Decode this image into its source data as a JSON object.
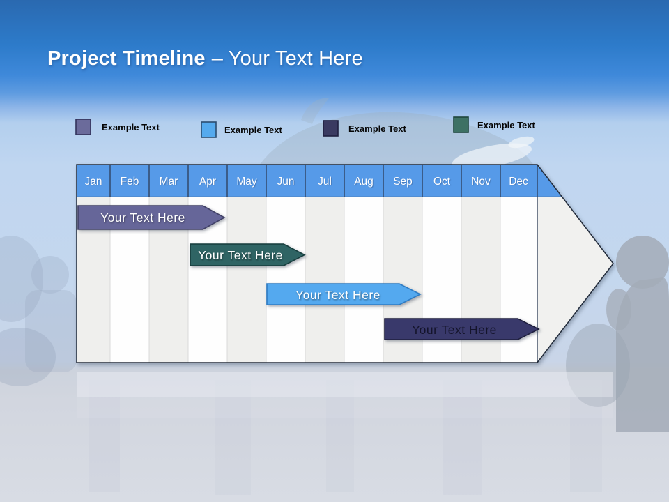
{
  "title": {
    "bold": "Project Timeline",
    "rest": "– Your Text Here"
  },
  "legend": {
    "items": [
      {
        "label": "Example Text",
        "color": "#6b6b9b",
        "border": "#33335c"
      },
      {
        "label": "Example Text",
        "color": "#55aaee",
        "border": "#2b4d71"
      },
      {
        "label": "Example Text",
        "color": "#3a3a61",
        "border": "#1f1f3f"
      },
      {
        "label": "Example Text",
        "color": "#3d7164",
        "border": "#1e463d"
      }
    ]
  },
  "chart_data": {
    "type": "bar",
    "subtype": "gantt-timeline",
    "title": "Project Timeline – Your Text Here",
    "categories": [
      "Jan",
      "Feb",
      "Mar",
      "Apr",
      "May",
      "Jun",
      "Jul",
      "Aug",
      "Sep",
      "Oct",
      "Nov",
      "Dec"
    ],
    "header_color": "#569ae8",
    "legend_position": "top",
    "bars": [
      {
        "label": "Your Text Here",
        "start_month": "Jan",
        "end_month": "Apr",
        "color": "#666699",
        "border": "#404066",
        "text_color": "#ffffff"
      },
      {
        "label": "Your Text Here",
        "start_month": "Apr",
        "end_month": "Jun",
        "color": "#2f6464",
        "border": "#173d3d",
        "text_color": "#ffffff"
      },
      {
        "label": "Your Text Here",
        "start_month": "Jun",
        "end_month": "Sep",
        "color": "#54a9ef",
        "border": "#2e7cc4",
        "text_color": "#ffffff"
      },
      {
        "label": "Your Text Here",
        "start_month": "Sep",
        "end_month": "Dec",
        "color": "#39396b",
        "border": "#20203f",
        "text_color": "#14142b"
      }
    ]
  }
}
